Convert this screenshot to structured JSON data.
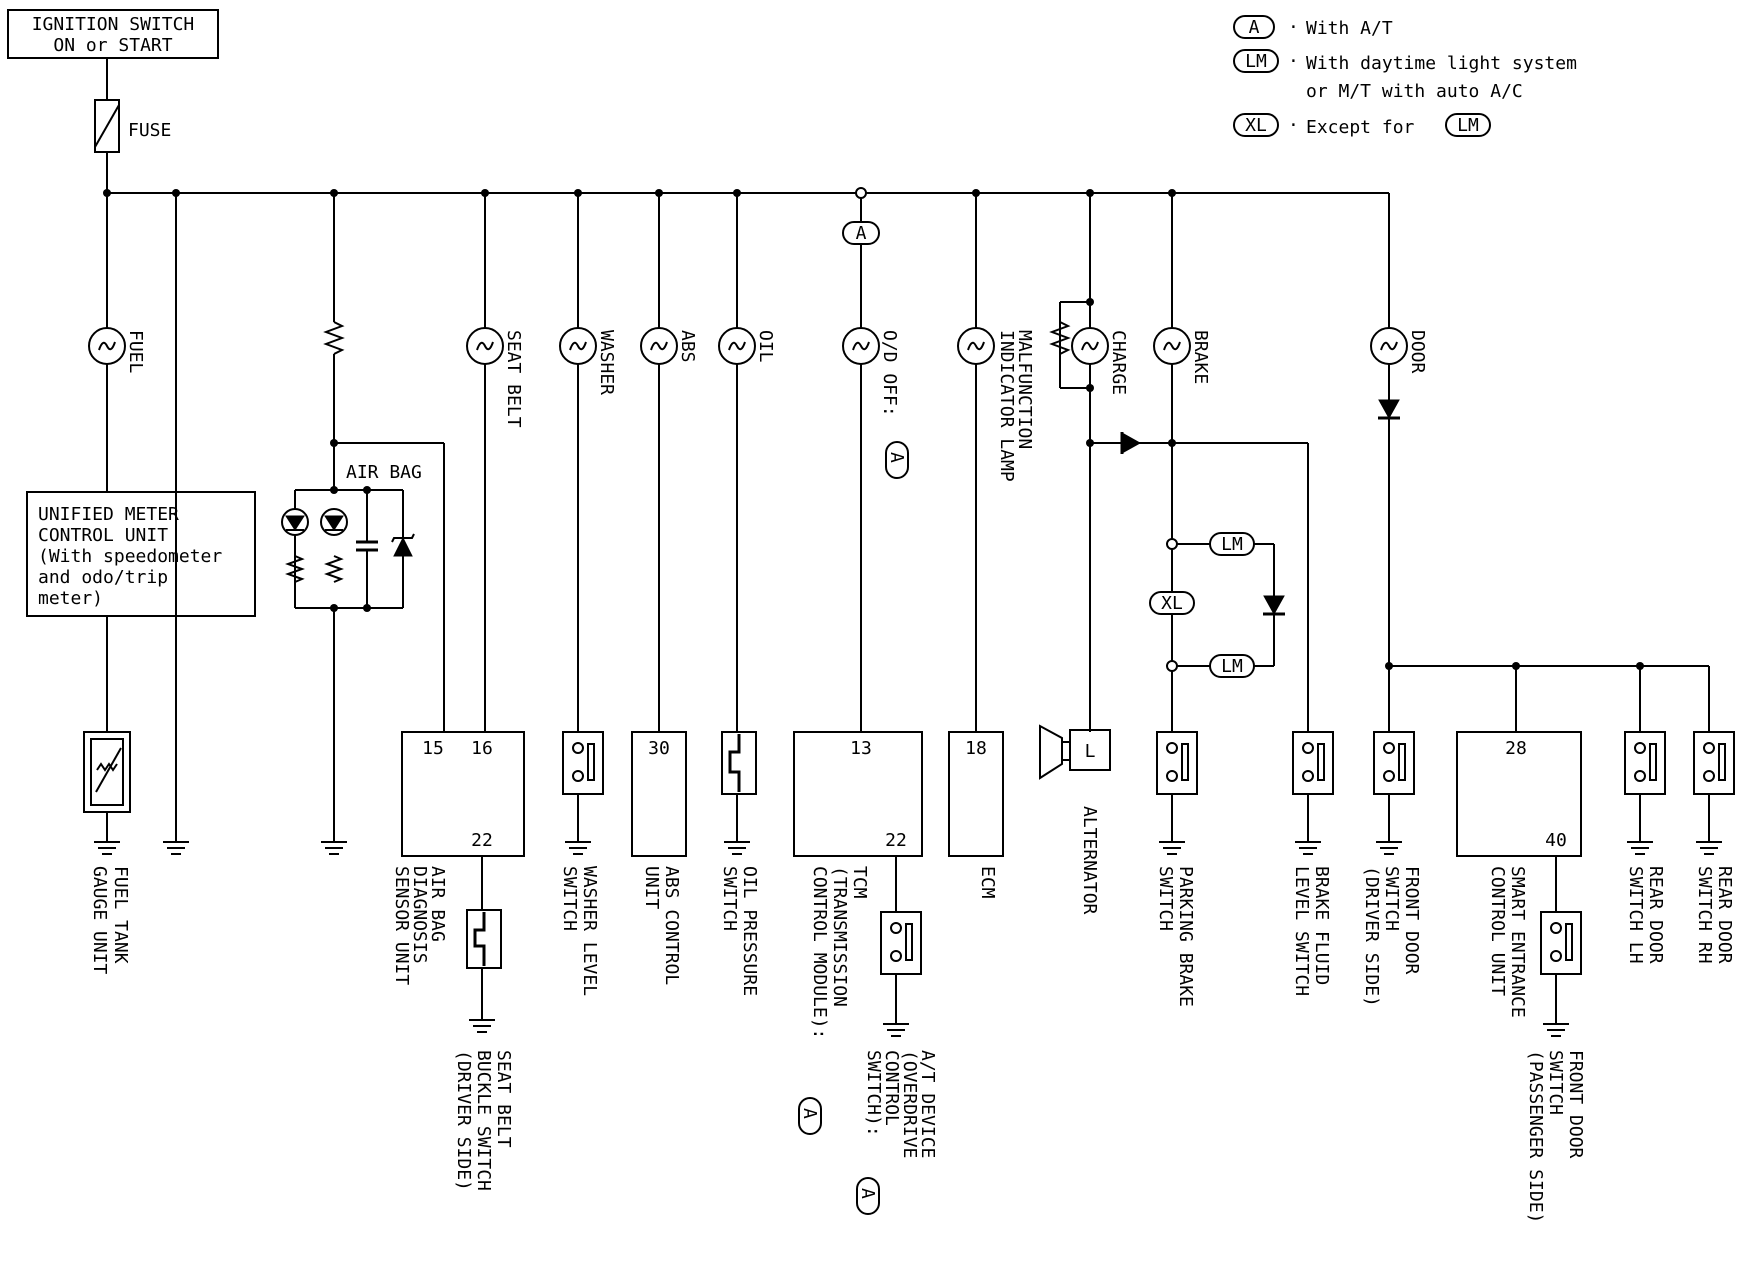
{
  "ignition": {
    "line1": "IGNITION SWITCH",
    "line2": "ON or START"
  },
  "fuse_label": "FUSE",
  "legend": [
    {
      "code": "A",
      "text1": "With A/T",
      "text2": ""
    },
    {
      "code": "LM",
      "text1": "With daytime light system",
      "text2": "or M/T with auto A/C"
    },
    {
      "code": "XL",
      "text1": "Except for",
      "text2": "",
      "ref": "LM"
    }
  ],
  "lamps": {
    "fuel": "FUEL",
    "seat_belt": "SEAT BELT",
    "washer": "WASHER",
    "abs": "ABS",
    "oil": "OIL",
    "od_off": "O/D OFF:",
    "mil_1": "MALFUNCTION",
    "mil_2": "INDICATOR LAMP",
    "charge": "CHARGE",
    "brake": "BRAKE",
    "door": "DOOR"
  },
  "air_bag_label": "AIR BAG",
  "meter_unit": [
    "UNIFIED METER",
    "CONTROL UNIT",
    "(With speedometer",
    "and odo/trip",
    "meter)"
  ],
  "option_codes": {
    "a": "A",
    "lm": "LM",
    "xl": "XL"
  },
  "pins": {
    "airbag_15": "15",
    "airbag_16": "16",
    "airbag_22": "22",
    "abs_30": "30",
    "tcm_13": "13",
    "tcm_22": "22",
    "ecm_18": "18",
    "smart_28": "28",
    "smart_40": "40",
    "alt_l": "L"
  },
  "components": {
    "fuel_tank": [
      "FUEL TANK",
      "GAUGE UNIT"
    ],
    "airbag_unit": [
      "AIR BAG",
      "DIAGNOSIS",
      "SENSOR UNIT"
    ],
    "seat_belt_switch": [
      "SEAT BELT",
      "BUCKLE SWITCH",
      "(DRIVER SIDE)"
    ],
    "washer_switch": [
      "WASHER LEVEL",
      "SWITCH"
    ],
    "abs_unit": [
      "ABS CONTROL",
      "UNIT"
    ],
    "oil_switch": [
      "OIL PRESSURE",
      "SWITCH"
    ],
    "tcm": [
      "TCM",
      "(TRANSMISSION",
      "CONTROL MODULE):"
    ],
    "at_device": [
      "A/T DEVICE",
      "(OVERDRIVE",
      "CONTROL",
      "SWITCH):"
    ],
    "ecm": [
      "ECM"
    ],
    "alternator": [
      "ALTERNATOR"
    ],
    "parking_brake": [
      "PARKING BRAKE",
      "SWITCH"
    ],
    "brake_fluid": [
      "BRAKE FLUID",
      "LEVEL SWITCH"
    ],
    "front_door_drv": [
      "FRONT DOOR",
      "SWITCH",
      "(DRIVER SIDE)"
    ],
    "smart_entrance": [
      "SMART ENTRANCE",
      "CONTROL UNIT"
    ],
    "front_door_pass": [
      "FRONT DOOR",
      "SWITCH",
      "(PASSENGER SIDE)"
    ],
    "rear_door_lh": [
      "REAR DOOR",
      "SWITCH LH"
    ],
    "rear_door_rh": [
      "REAR DOOR",
      "SWITCH RH"
    ]
  }
}
